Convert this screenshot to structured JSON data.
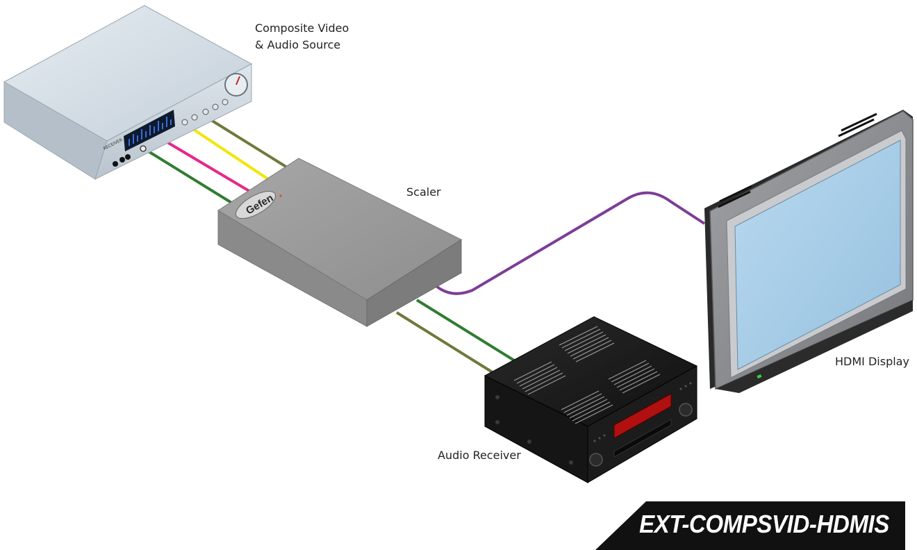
{
  "diagram": {
    "labels": {
      "source_line1": "Composite Video",
      "source_line2": "& Audio Source",
      "scaler": "Scaler",
      "display": "HDMI Display",
      "receiver": "Audio Receiver"
    },
    "logo_text": "Gefen",
    "source_brand": "RECEIVER",
    "model": "EXT-COMPSVID-HDMIS"
  },
  "colors": {
    "cable_green": "#2f7d32",
    "cable_magenta": "#e8268a",
    "cable_yellow": "#f2e600",
    "cable_olive": "#6d7a3a",
    "cable_hdmi": "#7d3d98",
    "source_body": "#c9d3dc",
    "scaler_body": "#9a9a9a",
    "receiver_body": "#1a1a1a",
    "receiver_display": "#b01010",
    "display_bezel": "#8a8c90",
    "display_screen": "#a9cde6",
    "banner": "#111111"
  }
}
